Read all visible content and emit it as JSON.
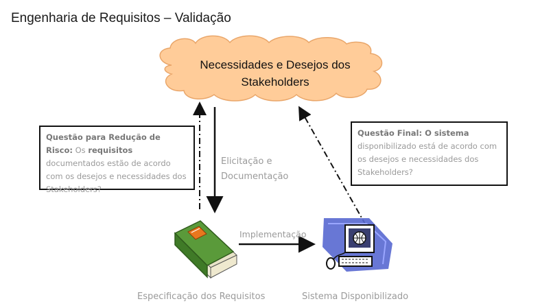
{
  "title": "Engenharia de Requisitos – Validação",
  "cloud": {
    "line1": "Necessidades e Desejos dos",
    "line2": "Stakeholders",
    "color": "#ffcc99"
  },
  "left_box": {
    "q_label": "Questão para Redução de Risco:",
    "t1": " Os ",
    "bold": "requisitos",
    "t2": " documentados estão de acordo com os desejos e necessidades dos Stakeholders?"
  },
  "right_box": {
    "q_label": "Questão Final:",
    "bold": " O sistema",
    "text": " disponibilizado está de acordo com os desejos e necessidades dos Stakeholders?"
  },
  "arrows": {
    "elicitation_line1": "Elicitação e",
    "elicitation_line2": "Documentação",
    "implementation": "Implementação"
  },
  "nodes": {
    "spec": "Especificação dos Requisitos",
    "system": "Sistema Disponibilizado"
  },
  "icons": {
    "book": "book-icon",
    "computer": "computer-icon"
  },
  "colors": {
    "book": "#5a9a3a",
    "book_tag": "#e8771e",
    "monitor_bg": "#4a5ac9"
  }
}
